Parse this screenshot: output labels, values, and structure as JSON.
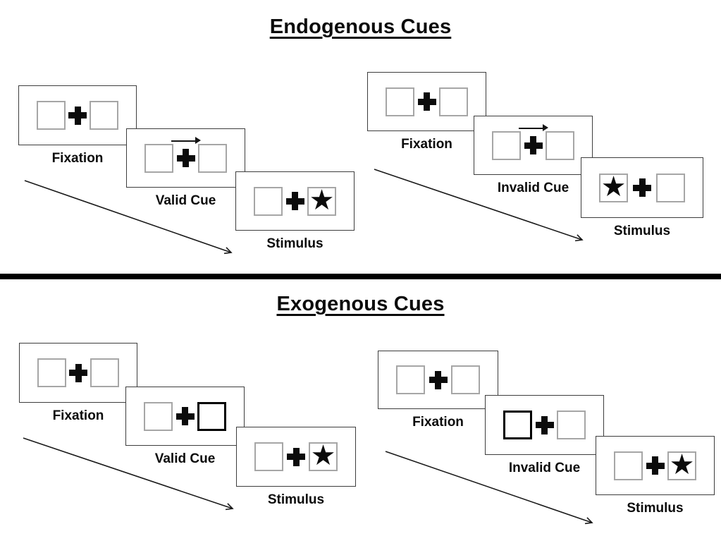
{
  "diagram": {
    "star_glyph": "★",
    "colors": {
      "square_border": "#a6a6a6",
      "cue_square_border": "#000000",
      "panel_border": "#3d3d3d",
      "ink": "#0b0b0b",
      "divider": "#000000"
    },
    "sections": [
      {
        "title": "Endogenous Cues",
        "cue_type": "central arrow above fixation cross",
        "groups": [
          {
            "name": "valid-trial",
            "steps": [
              {
                "label": "Fixation"
              },
              {
                "label": "Valid Cue"
              },
              {
                "label": "Stimulus"
              }
            ]
          },
          {
            "name": "invalid-trial",
            "steps": [
              {
                "label": "Fixation"
              },
              {
                "label": "Invalid Cue"
              },
              {
                "label": "Stimulus"
              }
            ]
          }
        ]
      },
      {
        "title": "Exogenous Cues",
        "cue_type": "thickened peripheral box",
        "groups": [
          {
            "name": "valid-trial",
            "steps": [
              {
                "label": "Fixation"
              },
              {
                "label": "Valid Cue"
              },
              {
                "label": "Stimulus"
              }
            ]
          },
          {
            "name": "invalid-trial",
            "steps": [
              {
                "label": "Fixation"
              },
              {
                "label": "Invalid Cue"
              },
              {
                "label": "Stimulus"
              }
            ]
          }
        ]
      }
    ]
  }
}
